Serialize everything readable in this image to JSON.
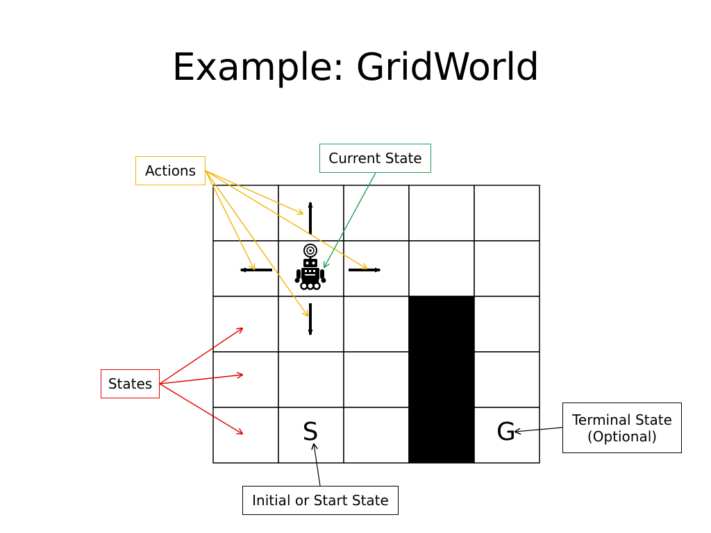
{
  "slide": {
    "title": "Example: GridWorld"
  },
  "grid": {
    "rows": 5,
    "cols": 5,
    "walls": [
      [
        2,
        3
      ],
      [
        3,
        3
      ],
      [
        4,
        3
      ]
    ],
    "agent_cell": [
      1,
      1
    ],
    "start": {
      "cell": [
        4,
        1
      ],
      "letter": "S"
    },
    "goal": {
      "cell": [
        4,
        4
      ],
      "letter": "G"
    },
    "action_arrows": [
      "up",
      "down",
      "left",
      "right"
    ]
  },
  "callouts": {
    "actions": "Actions",
    "current_state": "Current State",
    "states": "States",
    "terminal_line1": "Terminal State",
    "terminal_line2": "(Optional)",
    "start_state": "Initial or Start State"
  },
  "colors": {
    "actions": "#f0b400",
    "current_state": "#1fa05a",
    "states": "#e00000",
    "neutral": "#000000"
  },
  "icons": {
    "agent": "robot-icon"
  }
}
